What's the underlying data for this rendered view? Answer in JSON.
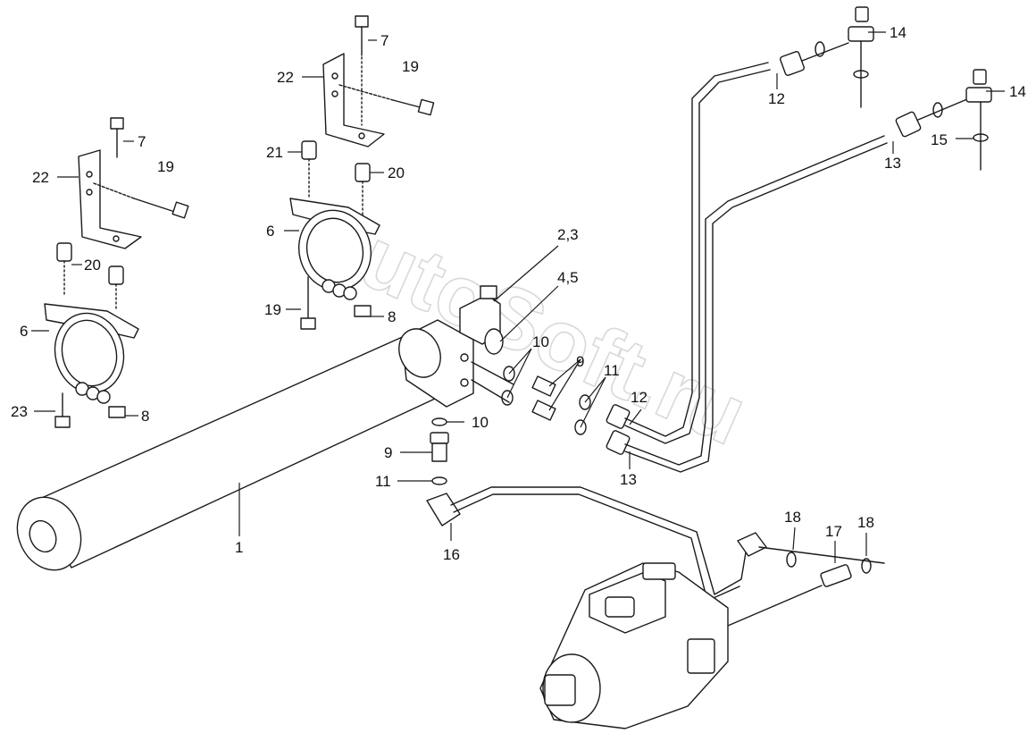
{
  "watermark": "AutoSoft.ru",
  "callouts": {
    "c7a": "7",
    "c19a": "19",
    "c22a": "22",
    "c21": "21",
    "c20a": "20",
    "c6a": "6",
    "c19b": "19",
    "c8a": "8",
    "c7b": "7",
    "c19c": "19",
    "c22b": "22",
    "c20b": "20",
    "c6b": "6",
    "c23": "23",
    "c8b": "8",
    "c23_label": "2,3",
    "c45": "4,5",
    "c10a": "10",
    "c9a": "9",
    "c11a": "11",
    "c12a": "12",
    "c13a": "13",
    "c10b": "10",
    "c9b": "9",
    "c11b": "11",
    "c1": "1",
    "c16": "16",
    "c12b": "12",
    "c14a": "14",
    "c14b": "14",
    "c13b": "13",
    "c15": "15",
    "c18a": "18",
    "c17": "17",
    "c18b": "18"
  }
}
